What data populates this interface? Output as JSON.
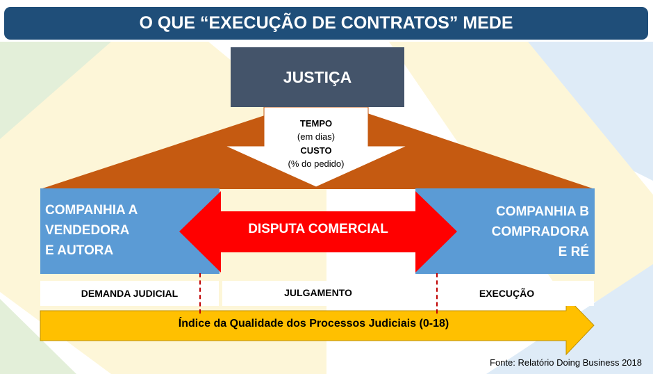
{
  "title": "O QUE “EXECUÇÃO DE CONTRATOS” MEDE",
  "top_box": "JUSTIÇA",
  "measures": {
    "line1": "TEMPO",
    "line2": "(em dias)",
    "line3": "CUSTO",
    "line4": "(% do pedido)"
  },
  "company_a": {
    "line1": "COMPANHIA A",
    "line2": "VENDEDORA",
    "line3": "E AUTORA"
  },
  "company_b": {
    "line1": "COMPANHIA B",
    "line2": "COMPRADORA",
    "line3": "E RÉ"
  },
  "dispute": "DISPUTA COMERCIAL",
  "stages": [
    "DEMANDA JUDICIAL",
    "JULGAMENTO",
    "EXECUÇÃO"
  ],
  "bottom_arrow": "Índice da Qualidade dos Processos Judiciais (0-18)",
  "source": "Fonte: Relatório Doing Business 2018",
  "colors": {
    "title_bg": "#1f4e79",
    "justice_box": "#44546a",
    "roof": "#c55a11",
    "company_box": "#5b9bd5",
    "dispute_arrow": "#ff0000",
    "bottom_arrow": "#ffc000",
    "stage_divider": "#c00000"
  }
}
